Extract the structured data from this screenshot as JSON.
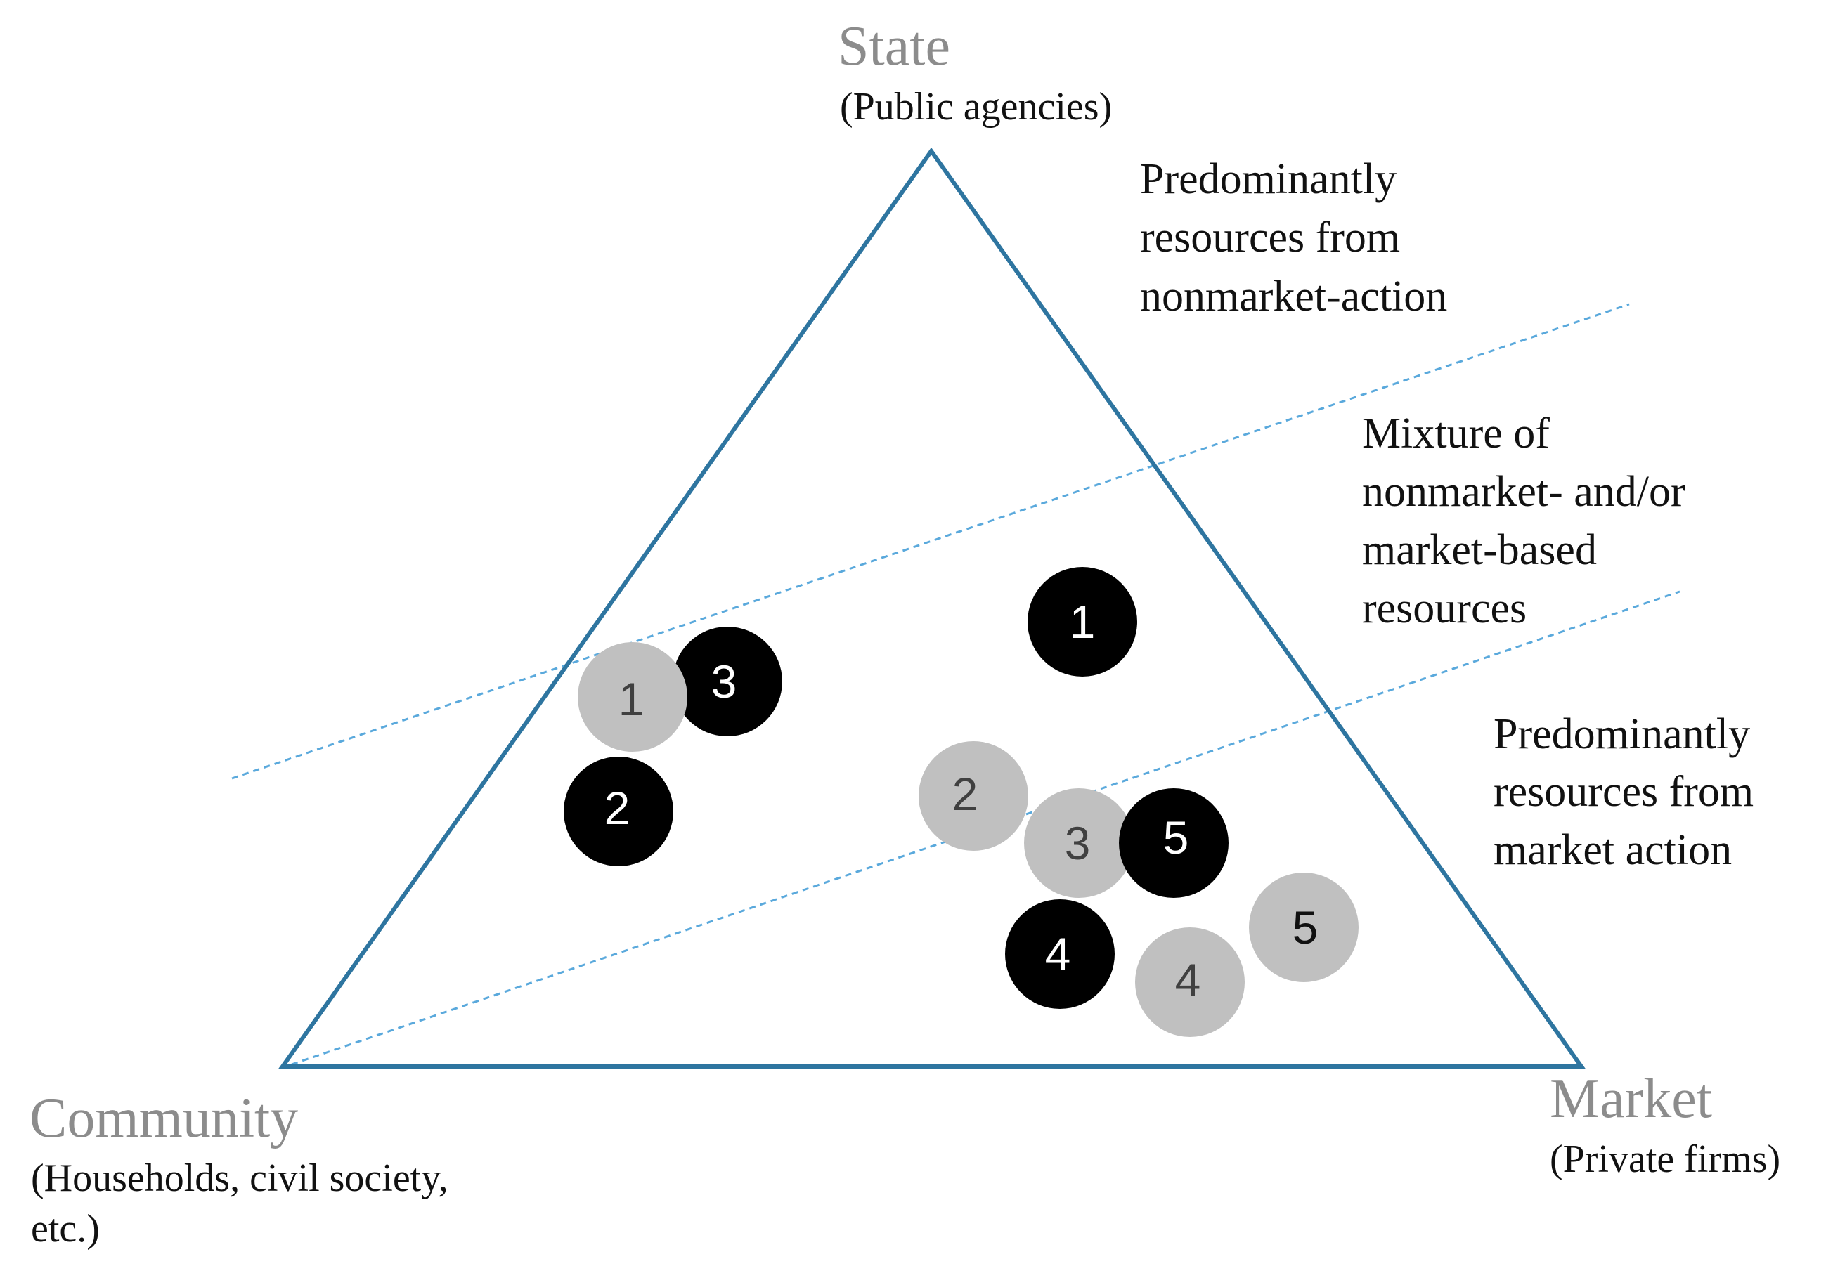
{
  "vertices": {
    "state": {
      "title": "State",
      "subtitle": "(Public agencies)"
    },
    "community": {
      "title": "Community",
      "subtitle_line1": "(Households, civil society,",
      "subtitle_line2": "etc.)"
    },
    "market": {
      "title": "Market",
      "subtitle": "(Private firms)"
    }
  },
  "zones": {
    "top": [
      "Predominantly",
      "resources from",
      "nonmarket-action"
    ],
    "middle": [
      "Mixture of",
      "nonmarket- and/or",
      "market-based",
      "resources"
    ],
    "bottom": [
      "Predominantly",
      "resources from",
      "market action"
    ]
  },
  "markers": [
    {
      "label": "1",
      "style": "black"
    },
    {
      "label": "3",
      "style": "black"
    },
    {
      "label": "1",
      "style": "gray"
    },
    {
      "label": "2",
      "style": "black"
    },
    {
      "label": "2",
      "style": "gray"
    },
    {
      "label": "3",
      "style": "gray"
    },
    {
      "label": "5",
      "style": "black"
    },
    {
      "label": "4",
      "style": "black"
    },
    {
      "label": "5",
      "style": "gray"
    },
    {
      "label": "4",
      "style": "gray"
    }
  ],
  "colors": {
    "triangle": "#2e75a0",
    "dividers": "#5aa9dc",
    "vertex_title": "#8c8c8c",
    "text": "#111111",
    "marker_black": "#000000",
    "marker_black_text": "#ffffff",
    "marker_gray": "#c0c0c0",
    "marker_gray_text": "#404040"
  }
}
